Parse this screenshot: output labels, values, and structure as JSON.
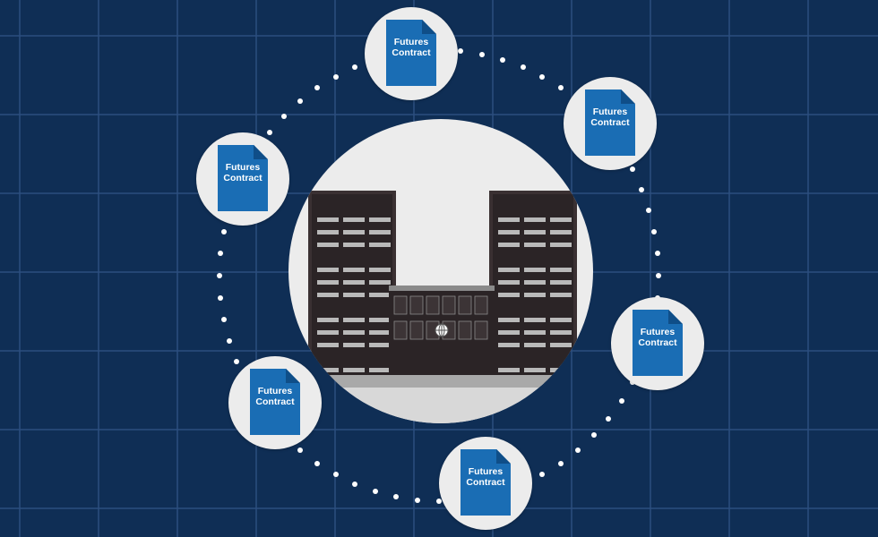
{
  "scene": {
    "background_color": "#0f2e55",
    "grid_color": "#2c4f7f",
    "document_color": "#1a6db4",
    "circle_color": "#ececec"
  },
  "documents": [
    {
      "label": "Futures\nContract"
    },
    {
      "label": "Futures\nContract"
    },
    {
      "label": "Futures\nContract"
    },
    {
      "label": "Futures\nContract"
    },
    {
      "label": "Futures\nContract"
    },
    {
      "label": "Futures\nContract"
    }
  ],
  "icons": {
    "center": "exchange-building-icon",
    "document": "document-icon",
    "globe": "globe-icon"
  }
}
